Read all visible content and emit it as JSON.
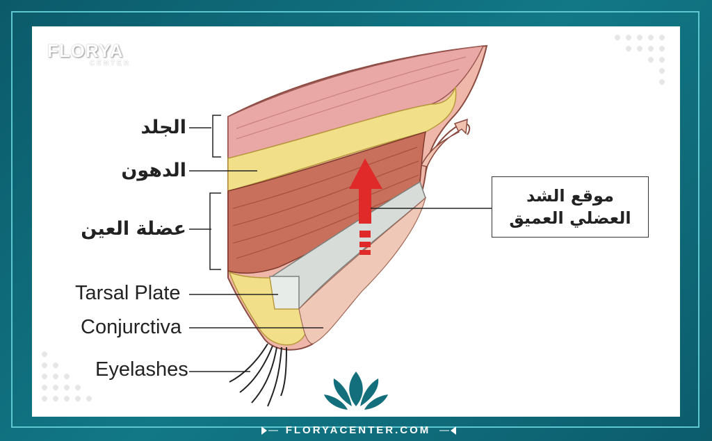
{
  "logo": {
    "name": "FLORYA",
    "sub": "CENTER"
  },
  "labels": {
    "skin": "الجلد",
    "fat": "الدهون",
    "eye_muscle": "عضلة العين",
    "tarsal_plate": "Tarsal Plate",
    "conjunctiva": "Conjurctiva",
    "eyelashes": "Eyelashes"
  },
  "callout": {
    "line1": "موقع الشد",
    "line2": "العضلي العميق"
  },
  "footer": {
    "url": "FLORYACENTER.COM"
  },
  "colors": {
    "frame": "#0e6474",
    "accent_line": "#5fc7cf",
    "skin": "#e8a4a4",
    "fat": "#f2df8a",
    "muscle": "#c9705c",
    "tarsal": "#d8dcd8",
    "arrow": "#e02a2a",
    "emblem": "#146f7c"
  },
  "icons": [
    "lotus-emblem-icon",
    "footer-arrow-icon",
    "dot-grid-icon",
    "lift-arrow-icon"
  ]
}
